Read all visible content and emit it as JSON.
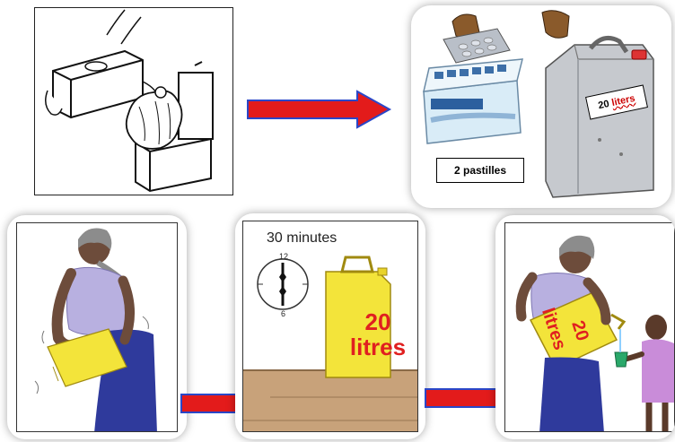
{
  "steps": {
    "step2": {
      "pastilles_label": "2 pastilles",
      "liters_number": "20",
      "liters_word": "liters"
    },
    "step4": {
      "time_label": "30 minutes",
      "clock_top": "12",
      "clock_bottom": "6",
      "jug_number": "20",
      "jug_word": "litres"
    },
    "step5": {
      "jug_word": "litres",
      "jug_number": "20"
    }
  },
  "colors": {
    "arrow_fill": "#e31b1b",
    "arrow_stroke": "#2a47c8",
    "jug_yellow": "#f3e43a",
    "jug_text_red": "#e02020"
  }
}
